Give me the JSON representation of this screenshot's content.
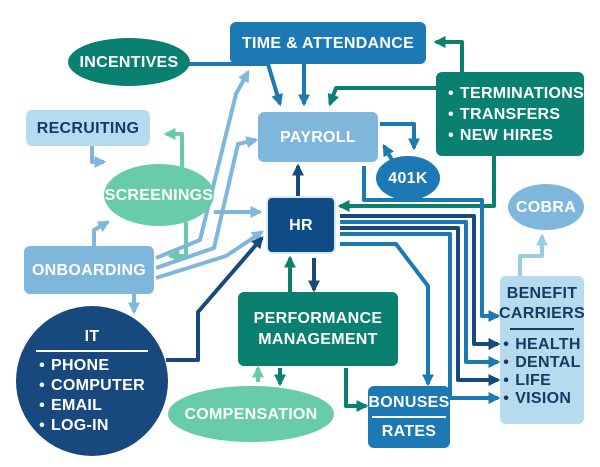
{
  "nodes": {
    "time_attendance": "TIME & ATTENDANCE",
    "incentives": "INCENTIVES",
    "payroll": "PAYROLL",
    "recruiting": "RECRUITING",
    "screenings": "SCREENINGS",
    "onboarding": "ONBOARDING",
    "hr": "HR",
    "k401": "401K",
    "cobra": "COBRA",
    "changes": [
      "TERMINATIONS",
      "TRANSFERS",
      "NEW HIRES"
    ],
    "it": {
      "title": "IT",
      "items": [
        "PHONE",
        "COMPUTER",
        "EMAIL",
        "LOG-IN"
      ]
    },
    "performance": {
      "line1": "PERFORMANCE",
      "line2": "MANAGEMENT"
    },
    "compensation": "COMPENSATION",
    "bonuses": "BONUSES",
    "rates": "RATES",
    "benefits": {
      "line1": "BENEFIT",
      "line2": "CARRIERS",
      "items": [
        "HEALTH",
        "DENTAL",
        "LIFE",
        "VISION"
      ]
    }
  },
  "colors": {
    "mid_blue": "#1c79b3",
    "light_blue": "#7fb7dc",
    "pale_blue": "#b6dbef",
    "teal": "#0a8071",
    "mint": "#68cba9",
    "navy": "#18497e"
  }
}
